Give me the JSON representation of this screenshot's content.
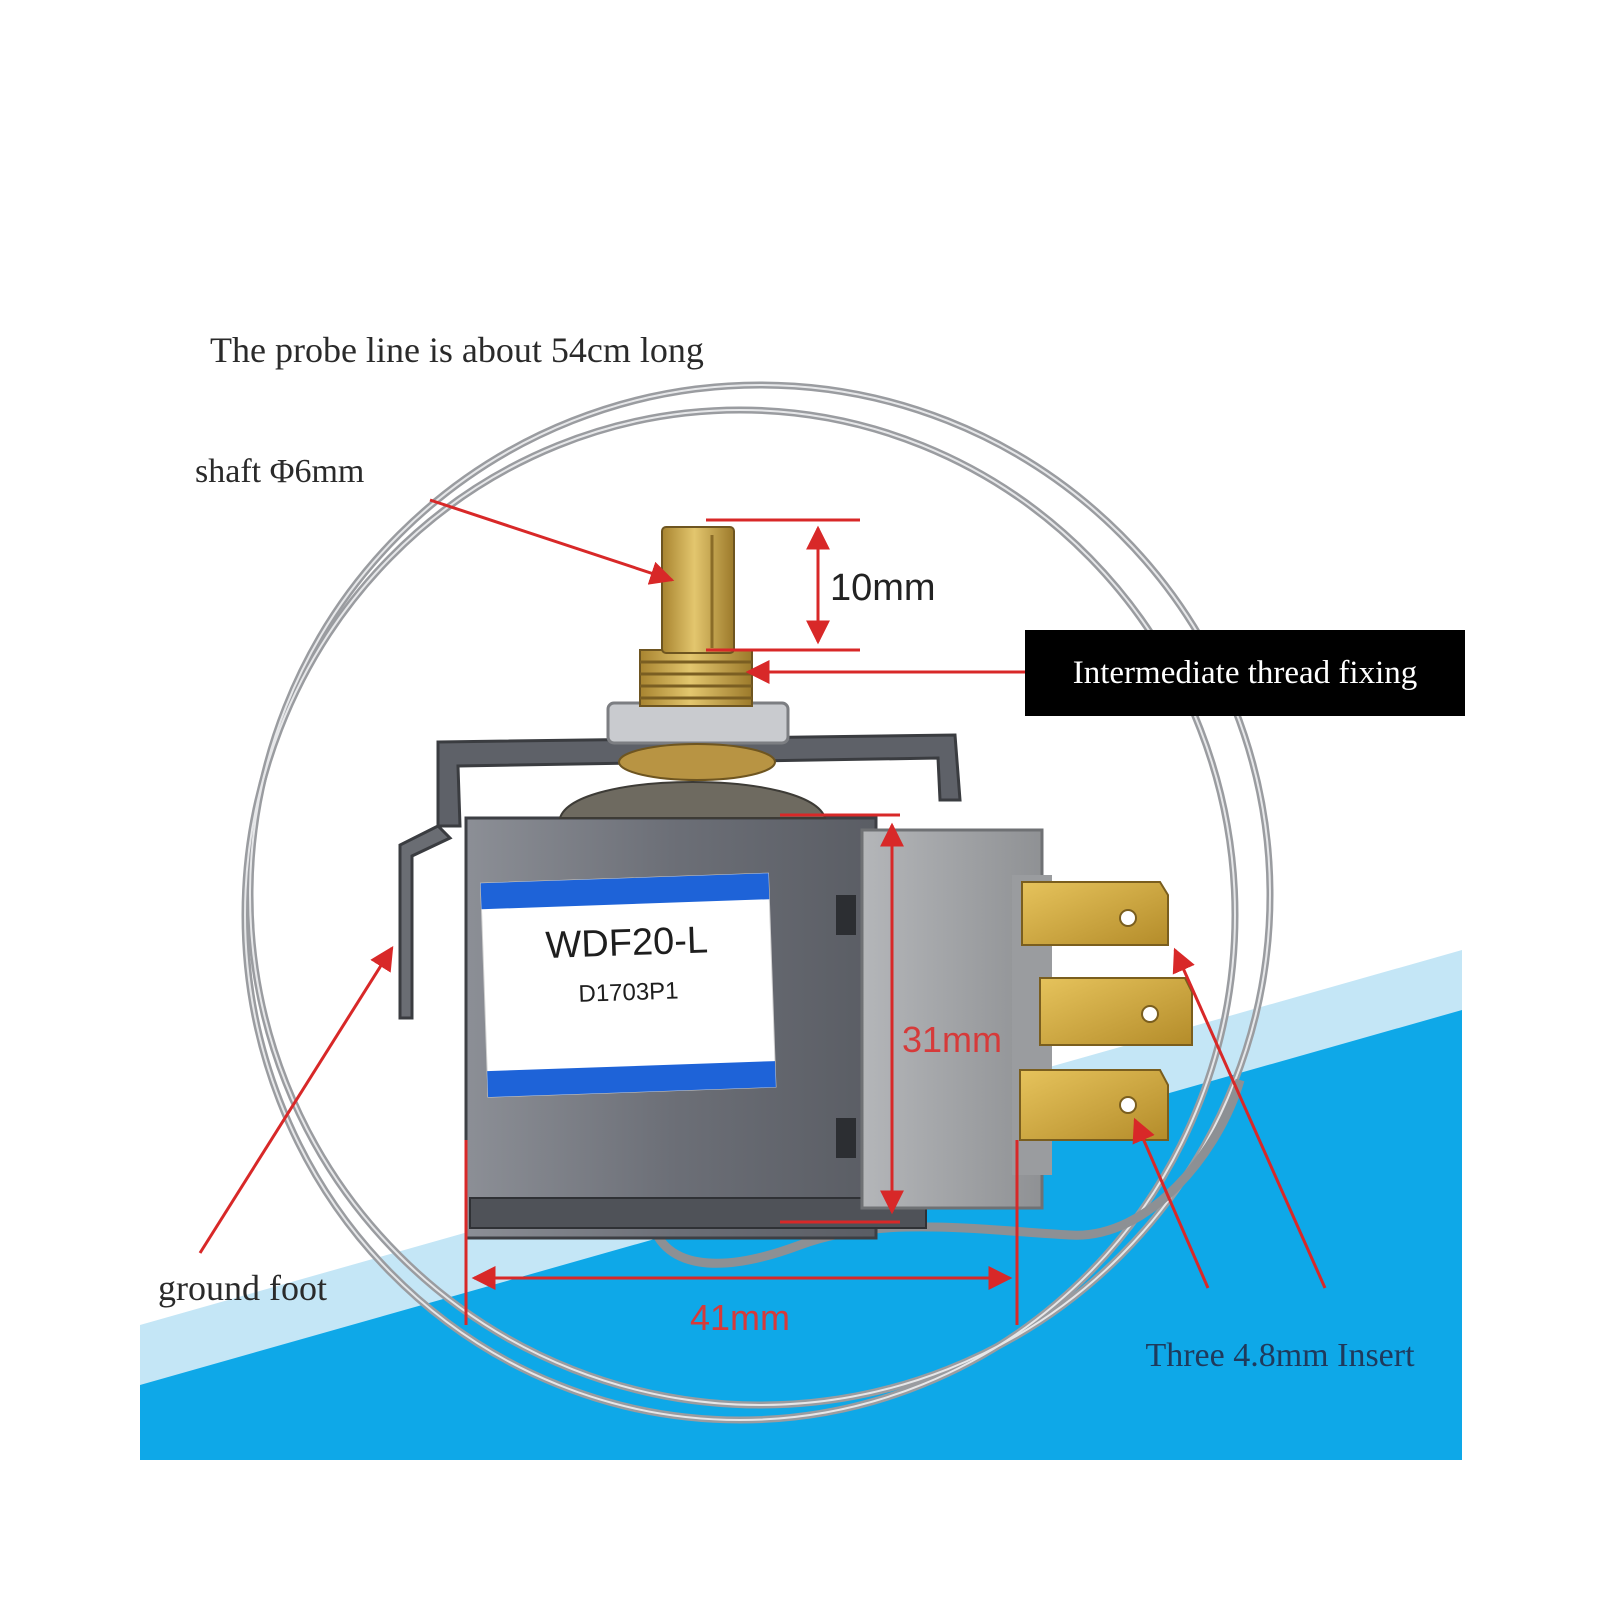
{
  "labels": {
    "probe_line": "The probe line is about 54cm long",
    "shaft": "shaft Φ6mm",
    "shaft_length": "10mm",
    "thread": "Intermediate thread fixing",
    "height": "31mm",
    "ground_foot": "ground foot",
    "width": "41mm",
    "inserts": "Three 4.8mm Insert"
  },
  "product_label": {
    "model": "WDF20-L",
    "code": "D1703P1"
  },
  "colors": {
    "sky_blue": "#0ea8e8",
    "light_blue": "#bfe4f5",
    "annotation_red": "#d82828",
    "brass": "#c9a545",
    "housing_steel": "#7a7d84",
    "terminal_block": "#a3a5a8"
  }
}
